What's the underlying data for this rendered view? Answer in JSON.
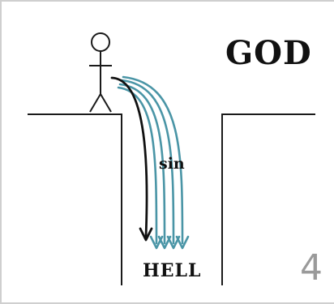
{
  "labels": {
    "top_right": "GOD",
    "arrows": "sin",
    "pit": "HELL"
  },
  "page_number": "4",
  "colors": {
    "line": "#1a1a1a",
    "arrow_black": "#111111",
    "arrow_teal": "#4a95a6",
    "frame": "#cfcfcf",
    "page_number": "#9a9a9a"
  },
  "icons": {
    "figure": "stick-figure-icon"
  }
}
